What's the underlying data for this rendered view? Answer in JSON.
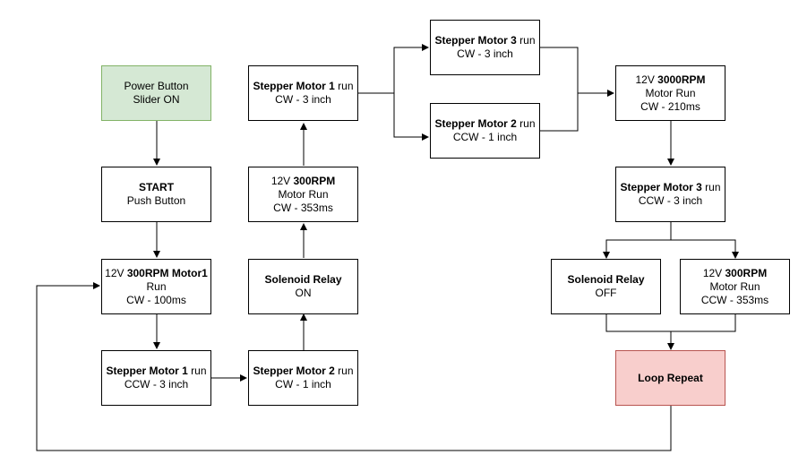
{
  "colors": {
    "stroke": "#000000",
    "start_fill": "#d5e8d4",
    "start_border": "#82b366",
    "end_fill": "#f8cecc",
    "end_border": "#b85450"
  },
  "nodes": {
    "power": {
      "l1": "Power Button",
      "l2": "Slider ON"
    },
    "start": {
      "l1": "START",
      "l2": "Push Button"
    },
    "m300_1": {
      "l1b": "12V ",
      "l1s": "300RPM Motor1",
      "l2": "Run",
      "l3": "CW - 100ms"
    },
    "sm1_ccw": {
      "l1b": "Stepper Motor 1",
      "l1s": " run",
      "l2": "CCW - 3 inch"
    },
    "sm2_cw": {
      "l1b": "Stepper Motor 2",
      "l1s": " run",
      "l2": "CW - 1 inch"
    },
    "sol_on": {
      "l1": "Solenoid Relay",
      "l2": "ON"
    },
    "m300_2": {
      "l1a": "12V ",
      "l1b": "300RPM",
      "l2": "Motor Run",
      "l3": "CW - 353ms"
    },
    "sm1_cw": {
      "l1b": "Stepper Motor 1",
      "l1s": " run",
      "l2": "CW - 3 inch"
    },
    "sm3_cw": {
      "l1b": "Stepper Motor 3",
      "l1s": " run",
      "l2": "CW - 3 inch"
    },
    "sm2_ccw": {
      "l1b": "Stepper Motor 2",
      "l1s": " run",
      "l2": "CCW - 1 inch"
    },
    "m3000": {
      "l1a": "12V ",
      "l1b": "3000RPM",
      "l2": "Motor Run",
      "l3": "CW - 210ms"
    },
    "sm3_ccw": {
      "l1b": "Stepper Motor 3",
      "l1s": " run",
      "l2": "CCW - 3 inch"
    },
    "sol_off": {
      "l1": "Solenoid Relay",
      "l2": "OFF"
    },
    "m300_3": {
      "l1a": "12V ",
      "l1b": "300RPM",
      "l2": "Motor Run",
      "l3": "CCW - 353ms"
    },
    "loop": {
      "l1": "Loop Repeat"
    }
  }
}
